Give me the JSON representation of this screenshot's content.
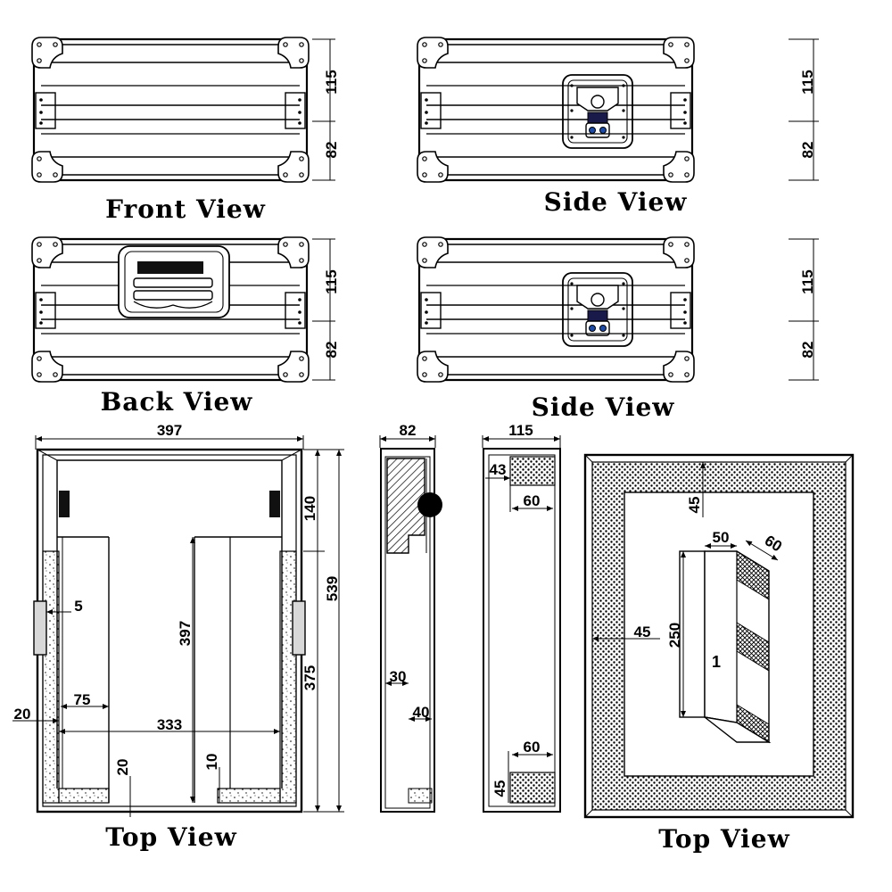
{
  "views": {
    "front": "Front View",
    "side1": "Side View",
    "back": "Back View",
    "side2": "Side View",
    "top1": "Top View",
    "top2": "Top View"
  },
  "dims": {
    "h_lid": "115",
    "h_base": "82",
    "width": "397",
    "depth": "539",
    "lid_depth": "140",
    "base_depth": "375",
    "inner_depth": "397",
    "wall": "5",
    "foam_side": "20",
    "slot_w": "75",
    "inner_w": "333",
    "bottom_a": "20",
    "bottom_b": "10",
    "sec_base_w": "82",
    "sec_base_30": "30",
    "sec_base_40": "40",
    "sec_lid_w": "115",
    "sec_lid_43": "43",
    "sec_lid_60a": "60",
    "sec_lid_60b": "60",
    "sec_lid_45": "45",
    "foam_top_45": "45",
    "foam_left_45": "45",
    "insert_50": "50",
    "insert_60": "60",
    "insert_250": "250",
    "insert_no": "1"
  }
}
